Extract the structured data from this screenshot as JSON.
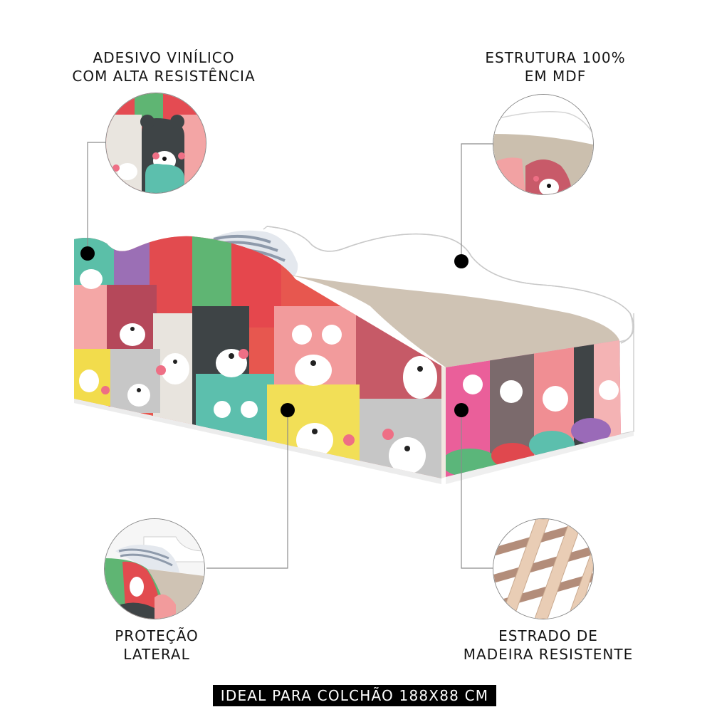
{
  "callouts": {
    "top_left": {
      "lines": [
        "ADESIVO VINÍLICO",
        "COM ALTA RESISTÊNCIA"
      ],
      "icon": "sticker-closeup-image"
    },
    "top_right": {
      "lines": [
        "ESTRUTURA 100%",
        "EM MDF"
      ],
      "icon": "mdf-structure-closeup-image"
    },
    "bottom_left": {
      "lines": [
        "PROTEÇÃO",
        "LATERAL"
      ],
      "icon": "side-guard-closeup-image"
    },
    "bottom_right": {
      "lines": [
        "ESTRADO DE",
        "MADEIRA RESISTENTE"
      ],
      "icon": "wooden-slats-closeup-image"
    }
  },
  "banner": {
    "text": "IDEAL PARA COLCHÃO 188X88 CM"
  },
  "product": {
    "name": "children-bed-bears-print",
    "colors": {
      "mattress": "#cfc3b4",
      "frame": "#ffffff",
      "leader": "#8c8c8c",
      "dot": "#000000",
      "banner_bg": "#000000",
      "banner_text": "#ffffff"
    }
  }
}
